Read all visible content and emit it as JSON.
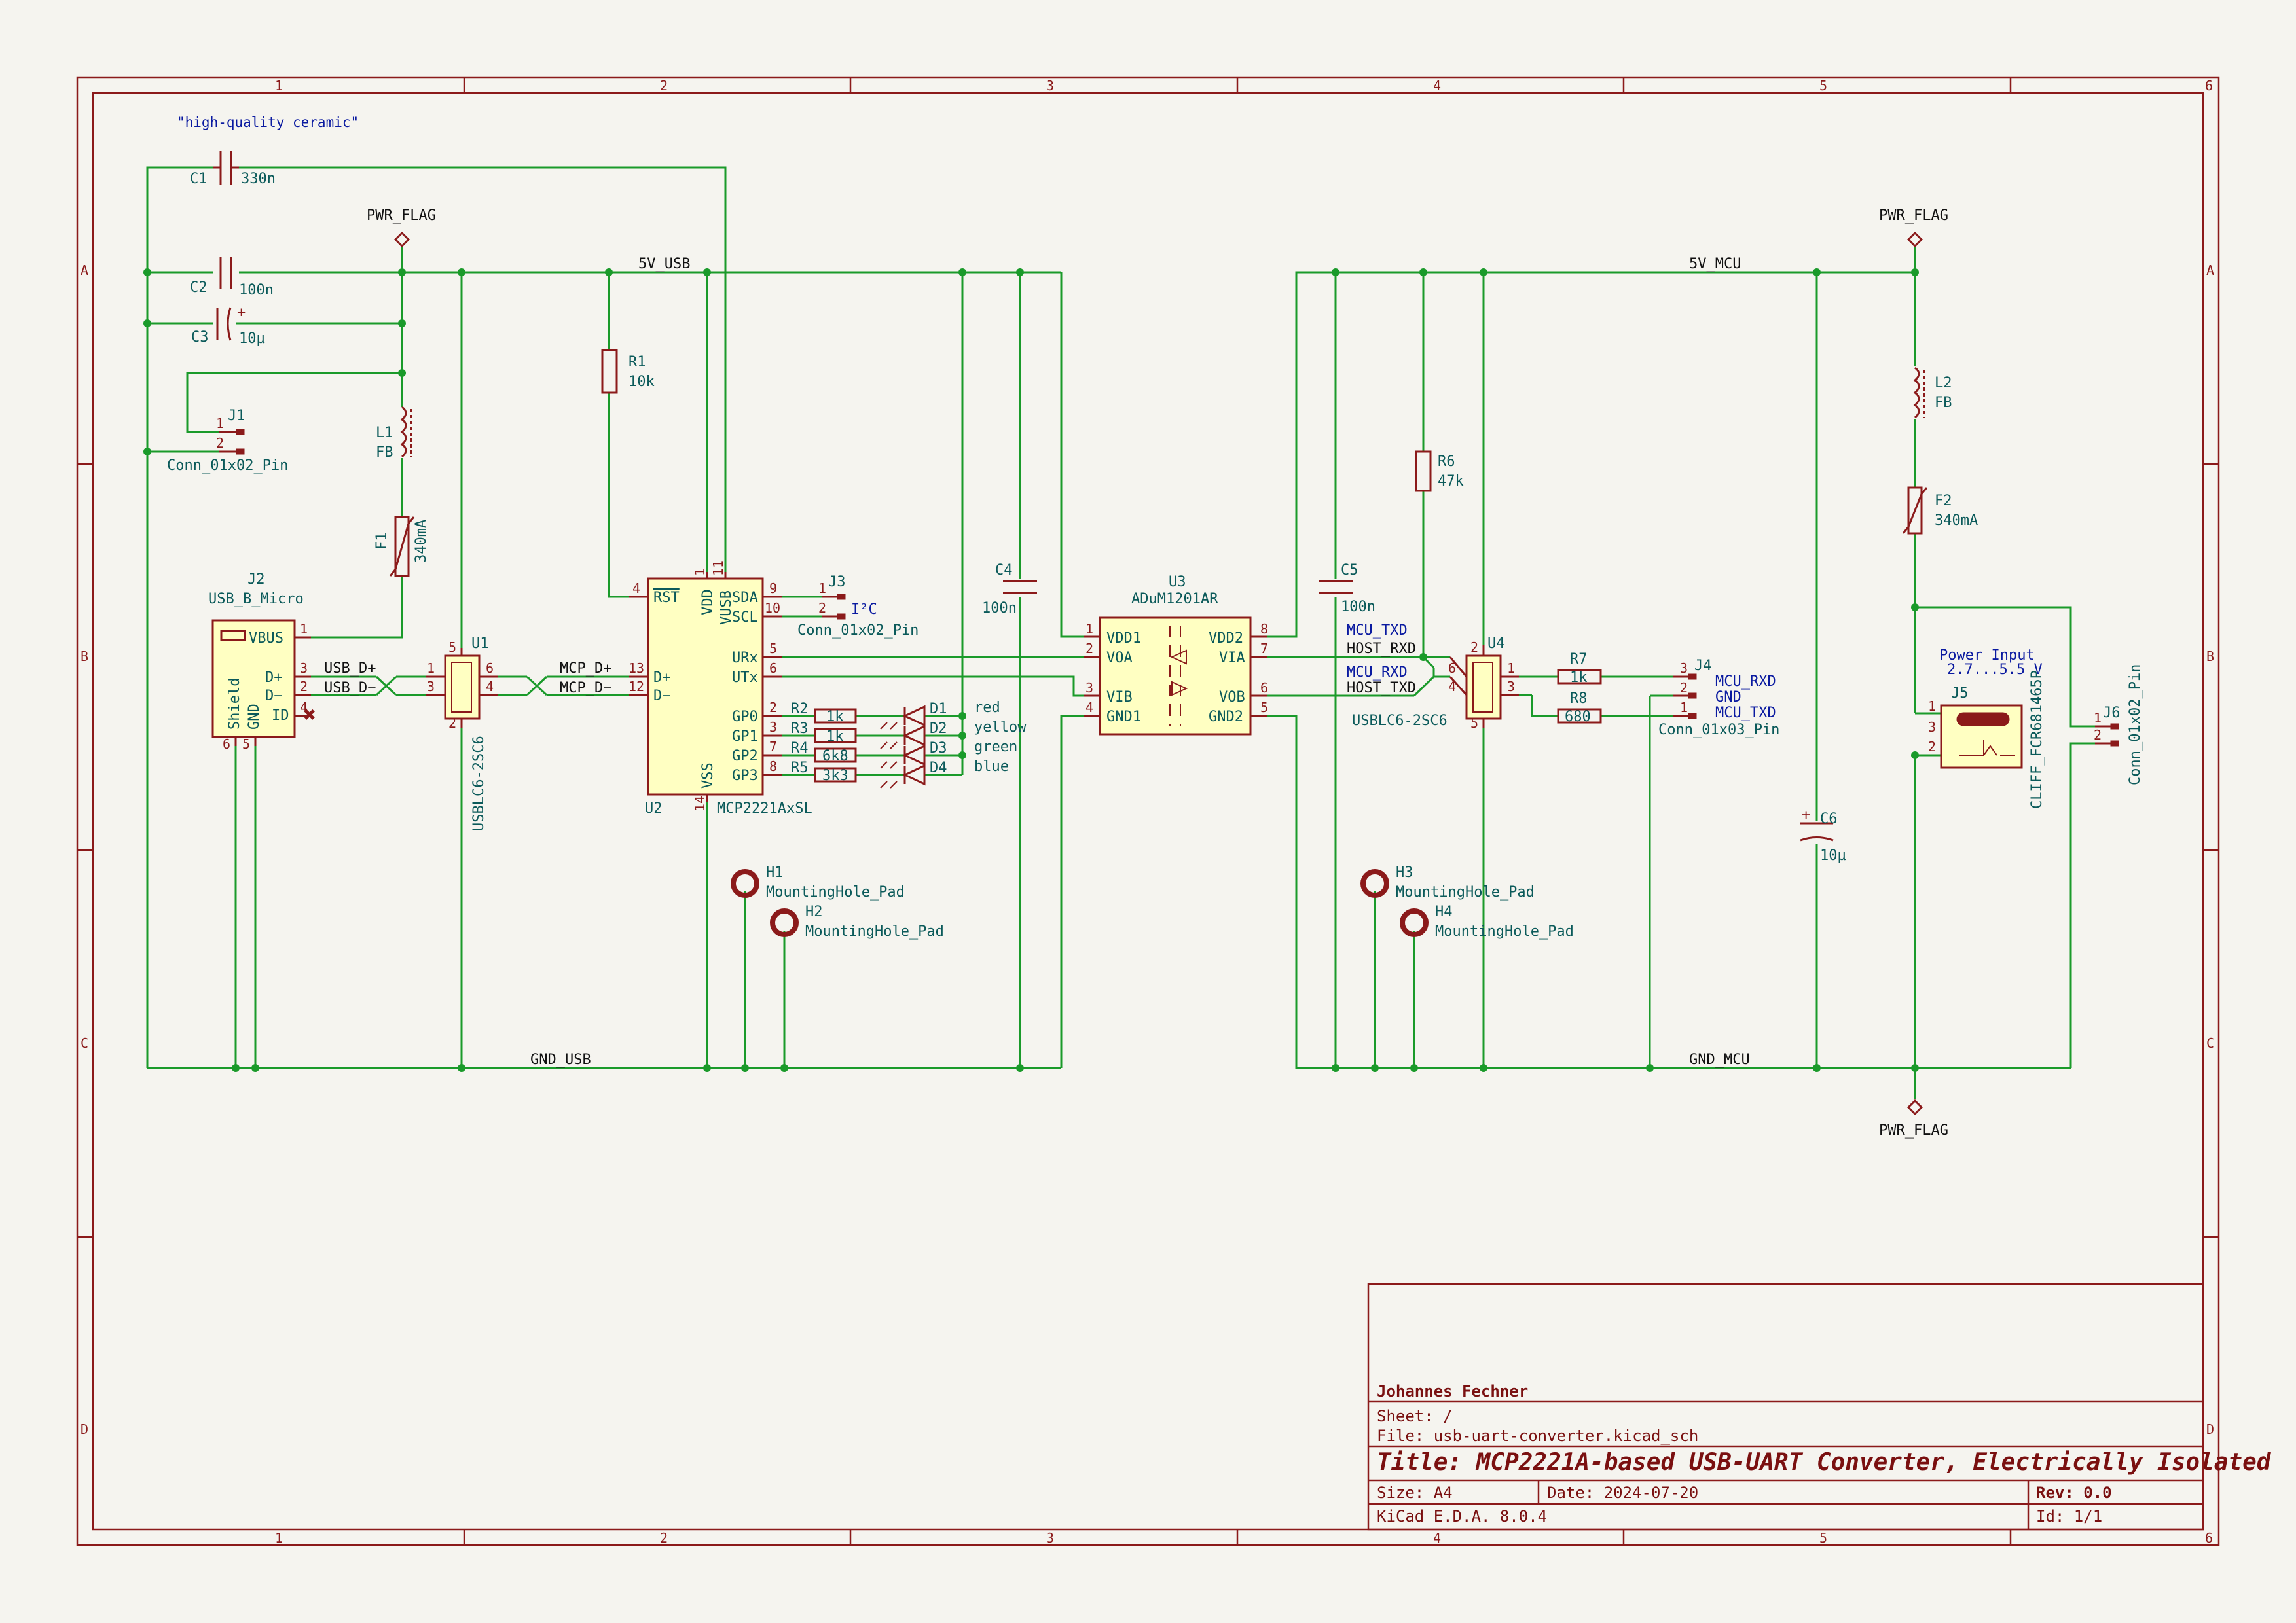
{
  "title_block": {
    "author": "Johannes Fechner",
    "sheet": "Sheet: /",
    "file": "File: usb-uart-converter.kicad_sch",
    "title": "Title: MCP2221A-based USB-UART Converter, Electrically Isolated",
    "size": "Size: A4",
    "date": "Date: 2024-07-20",
    "rev": "Rev: 0.0",
    "tool": "KiCad E.D.A. 8.0.4",
    "id": "Id: 1/1"
  },
  "grid": {
    "cols": [
      "1",
      "2",
      "3",
      "4",
      "5",
      "6"
    ],
    "rows": [
      "A",
      "B",
      "C",
      "D"
    ]
  },
  "nets": {
    "v5_usb": "5V_USB",
    "gnd_usb": "GND_USB",
    "v5_mcu": "5V_MCU",
    "gnd_mcu": "GND_MCU",
    "usb_dp": "USB_D+",
    "usb_dm": "USB_D−",
    "mcp_dp": "MCP_D+",
    "mcp_dm": "MCP_D−",
    "mcu_txd": "MCU_TXD",
    "host_rxd": "HOST_RXD",
    "mcu_rxd": "MCU_RXD",
    "host_txd": "HOST_TXD",
    "pwr_flag_1": "PWR_FLAG",
    "pwr_flag_2": "PWR_FLAG",
    "pwr_flag_3": "PWR_FLAG"
  },
  "components": {
    "c1": {
      "ref": "C1",
      "value": "330n",
      "note": "\"high-quality ceramic\""
    },
    "c2": {
      "ref": "C2",
      "value": "100n"
    },
    "c3": {
      "ref": "C3",
      "value": "10µ"
    },
    "j1": {
      "ref": "J1",
      "value": "Conn_01x02_Pin"
    },
    "l1": {
      "ref": "L1",
      "value": "FB"
    },
    "f1": {
      "ref": "F1",
      "value": "340mA"
    },
    "j2": {
      "ref": "J2",
      "value": "USB_B_Micro",
      "pins": [
        "VBUS",
        "D+",
        "D−",
        "ID",
        "Shield",
        "GND"
      ]
    },
    "u1": {
      "ref": "U1",
      "value": "USBLC6-2SC6"
    },
    "r1": {
      "ref": "R1",
      "value": "10k"
    },
    "u2": {
      "ref": "U2",
      "value": "MCP2221AxSL",
      "pins": [
        "RST",
        "D+",
        "D−",
        "VDD",
        "VUSB",
        "SDA",
        "SCL",
        "URx",
        "UTx",
        "GP0",
        "GP1",
        "GP2",
        "GP3",
        "VSS"
      ]
    },
    "j3": {
      "ref": "J3",
      "value": "Conn_01x02_Pin",
      "label": "I²C"
    },
    "r2": {
      "ref": "R2",
      "value": "1k"
    },
    "r3": {
      "ref": "R3",
      "value": "1k"
    },
    "r4": {
      "ref": "R4",
      "value": "6k8"
    },
    "r5": {
      "ref": "R5",
      "value": "3k3"
    },
    "d1": {
      "ref": "D1",
      "value": "red"
    },
    "d2": {
      "ref": "D2",
      "value": "yellow"
    },
    "d3": {
      "ref": "D3",
      "value": "green"
    },
    "d4": {
      "ref": "D4",
      "value": "blue"
    },
    "c4": {
      "ref": "C4",
      "value": "100n"
    },
    "u3": {
      "ref": "U3",
      "value": "ADuM1201AR",
      "pins": [
        "VDD1",
        "VOA",
        "VIB",
        "GND1",
        "VDD2",
        "VIA",
        "VOB",
        "GND2"
      ]
    },
    "c5": {
      "ref": "C5",
      "value": "100n"
    },
    "r6": {
      "ref": "R6",
      "value": "47k"
    },
    "u4": {
      "ref": "U4",
      "value": "USBLC6-2SC6"
    },
    "r7": {
      "ref": "R7",
      "value": "1k"
    },
    "r8": {
      "ref": "R8",
      "value": "680"
    },
    "j4": {
      "ref": "J4",
      "value": "Conn_01x03_Pin",
      "pins": [
        "MCU_RXD",
        "GND",
        "MCU_TXD"
      ]
    },
    "c6": {
      "ref": "C6",
      "value": "10µ"
    },
    "l2": {
      "ref": "L2",
      "value": "FB"
    },
    "f2": {
      "ref": "F2",
      "value": "340mA"
    },
    "j5": {
      "ref": "J5",
      "value": "CLIFF_FCR681465P",
      "note1": "Power Input",
      "note2": "2.7...5.5 V"
    },
    "j6": {
      "ref": "J6",
      "value": "Conn_01x02_Pin"
    },
    "h1": {
      "ref": "H1",
      "value": "MountingHole_Pad"
    },
    "h2": {
      "ref": "H2",
      "value": "MountingHole_Pad"
    },
    "h3": {
      "ref": "H3",
      "value": "MountingHole_Pad"
    },
    "h4": {
      "ref": "H4",
      "value": "MountingHole_Pad"
    }
  },
  "colors": {
    "frame": "#8b1a1a",
    "wire": "#1a9a2a",
    "symbol_fill": "#ffffc2",
    "background": "#f5f4ef"
  }
}
